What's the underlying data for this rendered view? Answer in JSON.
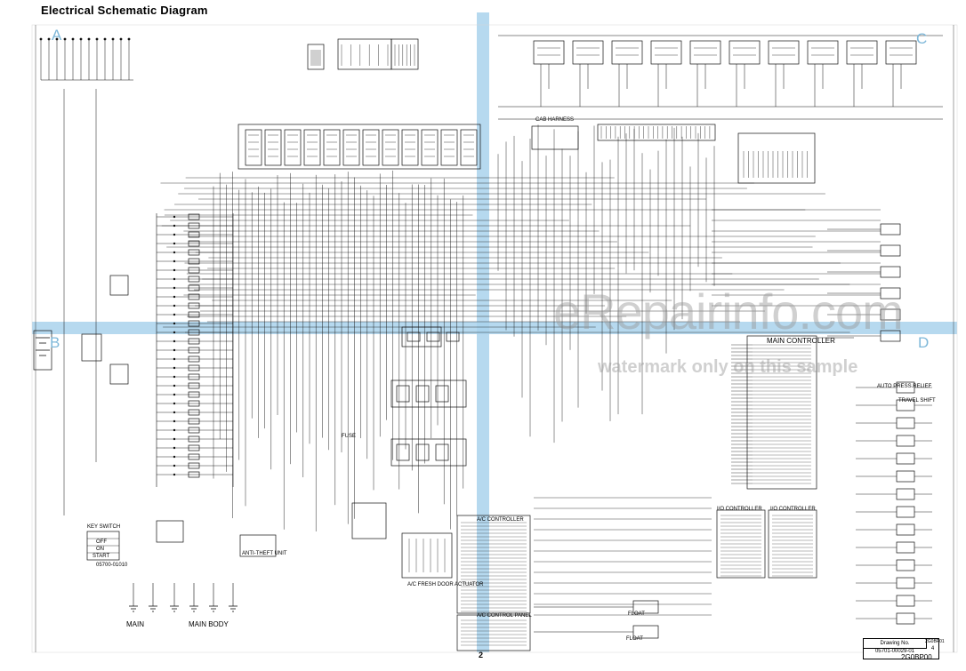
{
  "title": "Electrical Schematic Diagram",
  "zones": {
    "a": "A",
    "b": "B",
    "c": "C",
    "d": "D"
  },
  "watermark": {
    "line1": "eRepairinfo.com",
    "line2": "watermark only on this sample"
  },
  "labels": {
    "main_controller": "MAIN CONTROLLER",
    "ac_controller": "A/C CONTROLLER",
    "ac_control_panel": "A/C CONTROL PANEL",
    "ac_fresh_door": "A/C FRESH DOOR ACTUATOR",
    "key_switch": "KEY SWITCH",
    "off": "OFF",
    "on": "ON",
    "start": "START",
    "main": "MAIN",
    "main_body": "MAIN BODY",
    "anti_theft": "ANTI-THEFT UNIT",
    "fuse": "FUSE",
    "auto_pressure": "AUTO PRESS.RELIEF",
    "travel_shift": "TRAVEL SHIFT",
    "cab_harness": "CAB HARNESS",
    "float": "FLOAT",
    "io_controller": "I/O CONTROLLER",
    "key_part": "05700-01010"
  },
  "drawing_block": {
    "header": "Drawing No.",
    "number": "05701-00029-01",
    "sheet_mark": "4"
  },
  "page_number": "2",
  "code": "2G0BP00",
  "code_small": "2G0BP01",
  "colors": {
    "highlight": "#a9d2ec",
    "line": "#111111",
    "zone": "#7fb8d9"
  }
}
